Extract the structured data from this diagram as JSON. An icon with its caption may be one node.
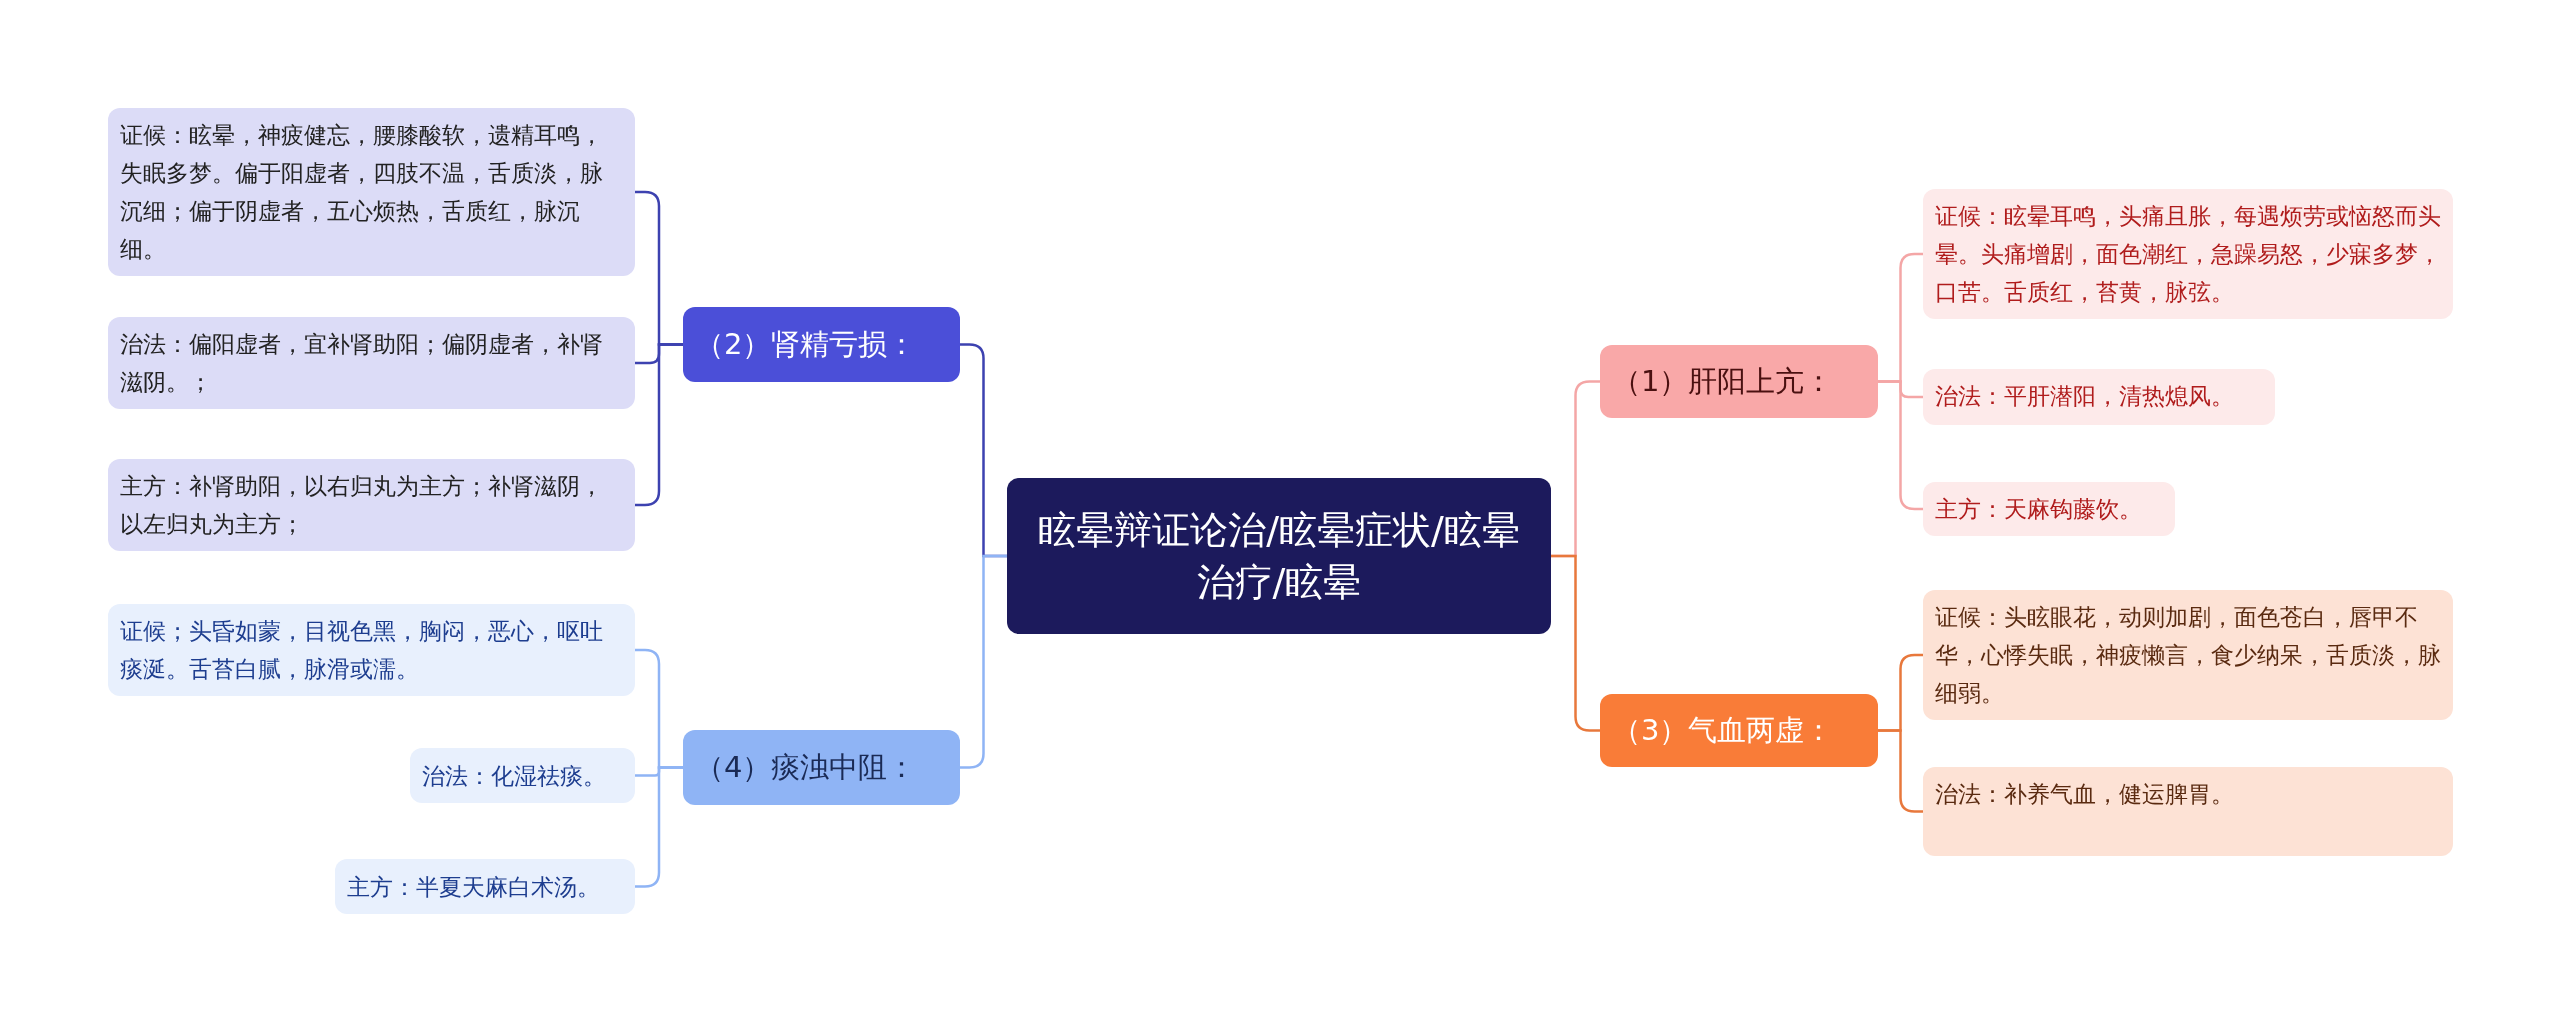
{
  "diagram": {
    "nodes": [
      {
        "text": [
          "眩晕辩证论治/眩晕症状/眩晕治疗/眩晕"
        ]
      },
      {
        "text": [
          "（2）肾精亏损："
        ]
      },
      {
        "text": [
          "证候：眩晕，神疲健忘，腰膝酸软，遗精耳鸣，失眠多梦。偏于阳虚者，四肢不温，舌质淡，脉沉细；偏于阴虚者，五心烦热，舌质红，脉沉细。"
        ]
      },
      {
        "text": [
          "治法：偏阳虚者，宜补肾助阳；偏阴虚者，补肾滋阴。；"
        ]
      },
      {
        "text": [
          "主方：补肾助阳，以右归丸为主方；补肾滋阴，以左归丸为主方；"
        ]
      },
      {
        "text": [
          "（4）痰浊中阻："
        ]
      },
      {
        "text": [
          "证候；头昏如蒙，目视色黑，胸闷，恶心，呕吐痰涎。舌苔白腻，脉滑或濡。"
        ]
      },
      {
        "text": [
          "治法：化湿祛痰。"
        ]
      },
      {
        "text": [
          "主方：半夏天麻白术汤。"
        ]
      },
      {
        "text": [
          "（1）肝阳上亢："
        ]
      },
      {
        "text": [
          "证候：眩晕耳鸣，头痛且胀，每遇烦劳或恼怒而头晕。头痛增剧，面色潮红，急躁易怒，少寐多梦，口苦。舌质红，苔黄，脉弦。"
        ]
      },
      {
        "text": [
          "治法：平肝潜阳，清热熄风。"
        ]
      },
      {
        "text": [
          "主方：天麻钩藤饮。"
        ]
      },
      {
        "text": [
          "（3）气血两虚："
        ]
      },
      {
        "text": [
          "证候：头眩眼花，动则加剧，面色苍白，唇甲不华，心悸失眠，神疲懒言，食少纳呆，舌质淡，脉细弱。"
        ]
      },
      {
        "text": [
          "治法：补养气血，健运脾胃。"
        ]
      }
    ],
    "edges": [
      {
        "from": 0,
        "to": 1,
        "arrow": "none",
        "color": "#3d42b0"
      },
      {
        "from": 1,
        "to": 2,
        "arrow": "none",
        "color": "#3d42b0"
      },
      {
        "from": 1,
        "to": 3,
        "arrow": "none",
        "color": "#3d42b0"
      },
      {
        "from": 1,
        "to": 4,
        "arrow": "none",
        "color": "#3d42b0"
      },
      {
        "from": 0,
        "to": 5,
        "arrow": "none",
        "color": "#8fb4f5"
      },
      {
        "from": 5,
        "to": 6,
        "arrow": "none",
        "color": "#8fb4f5"
      },
      {
        "from": 5,
        "to": 7,
        "arrow": "none",
        "color": "#8fb4f5"
      },
      {
        "from": 5,
        "to": 8,
        "arrow": "none",
        "color": "#8fb4f5"
      },
      {
        "from": 0,
        "to": 9,
        "arrow": "none",
        "color": "#f4a6a6"
      },
      {
        "from": 9,
        "to": 10,
        "arrow": "none",
        "color": "#f4a6a6"
      },
      {
        "from": 9,
        "to": 11,
        "arrow": "none",
        "color": "#f4a6a6"
      },
      {
        "from": 9,
        "to": 12,
        "arrow": "none",
        "color": "#f4a6a6"
      },
      {
        "from": 0,
        "to": 13,
        "arrow": "none",
        "color": "#e8783c"
      },
      {
        "from": 13,
        "to": 14,
        "arrow": "none",
        "color": "#e8783c"
      },
      {
        "from": 13,
        "to": 15,
        "arrow": "none",
        "color": "#e8783c"
      }
    ]
  }
}
